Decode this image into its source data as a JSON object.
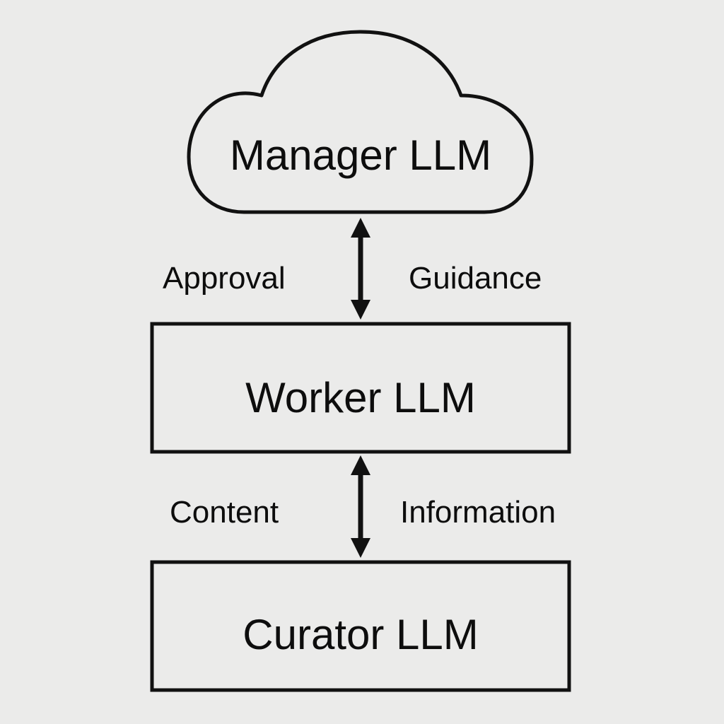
{
  "nodes": {
    "manager": {
      "label": "Manager LLM",
      "shape": "cloud"
    },
    "worker": {
      "label": "Worker LLM",
      "shape": "rectangle"
    },
    "curator": {
      "label": "Curator LLM",
      "shape": "rectangle"
    }
  },
  "edges": {
    "manager_worker": {
      "direction": "bidirectional",
      "left_label": "Approval",
      "right_label": "Guidance"
    },
    "worker_curator": {
      "direction": "bidirectional",
      "left_label": "Content",
      "right_label": "Information"
    }
  },
  "colors": {
    "background": "#ebebea",
    "stroke": "#111111",
    "text": "#0d0d0d"
  }
}
